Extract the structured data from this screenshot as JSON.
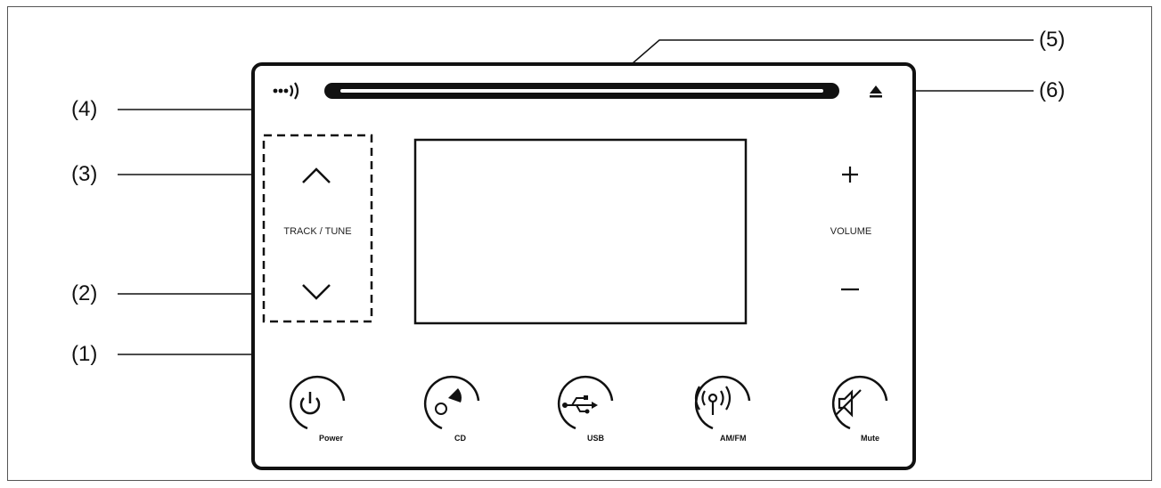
{
  "callouts": [
    "(1)",
    "(2)",
    "(3)",
    "(4)",
    "(5)",
    "(6)"
  ],
  "panel": {
    "track_tune_label": "TRACK / TUNE",
    "volume_label": "VOLUME",
    "volume_up_symbol": "+",
    "volume_down_symbol": "−"
  },
  "buttons": [
    {
      "label": "Power",
      "icon": "power-icon"
    },
    {
      "label": "CD",
      "icon": "cd-icon"
    },
    {
      "label": "USB",
      "icon": "usb-icon"
    },
    {
      "label": "AM/FM",
      "icon": "radio-icon"
    },
    {
      "label": "Mute",
      "icon": "mute-icon"
    }
  ]
}
